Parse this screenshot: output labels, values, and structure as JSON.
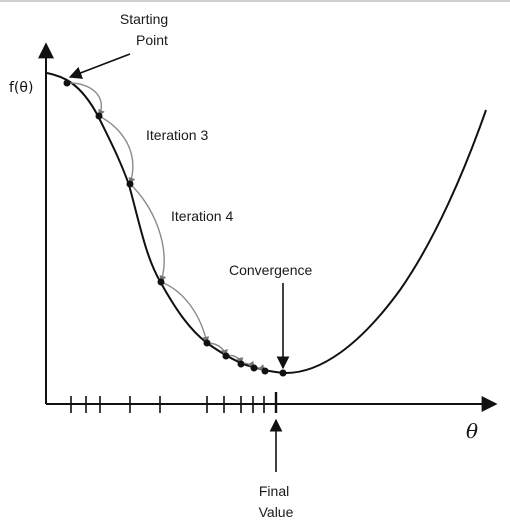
{
  "labels": {
    "starting_point": [
      "Starting",
      "Point"
    ],
    "y_axis": "f(θ)",
    "x_axis": "θ",
    "iteration_3": "Iteration 3",
    "iteration_4": "Iteration 4",
    "convergence": "Convergence",
    "final_value": [
      "Final",
      "Value"
    ]
  },
  "colors": {
    "curve": "#111111",
    "step_arcs": "#8a8a8a",
    "axes": "#111111",
    "points": "#111111"
  }
}
